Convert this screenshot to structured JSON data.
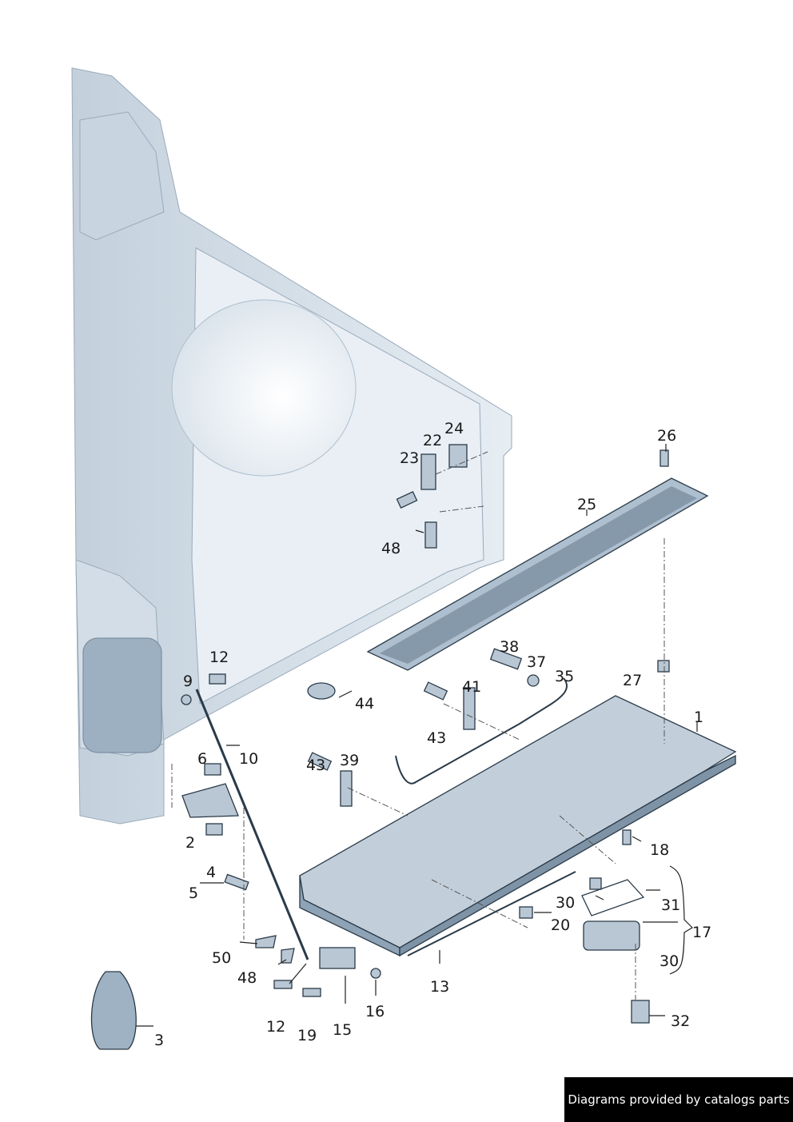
{
  "colors": {
    "body": "#dde6ee",
    "body_dark": "#aebfcf",
    "part": "#b9c7d4",
    "part_dark": "#6f8394",
    "window": "#cdd8e2"
  },
  "callouts": {
    "c1": "1",
    "c2": "2",
    "c3": "3",
    "c4": "4",
    "c5": "5",
    "c6": "6",
    "c9": "9",
    "c10": "10",
    "c12a": "12",
    "c12b": "12",
    "c13": "13",
    "c15": "15",
    "c16": "16",
    "c17": "17",
    "c18": "18",
    "c19": "19",
    "c20": "20",
    "c22": "22",
    "c23": "23",
    "c24": "24",
    "c25": "25",
    "c26": "26",
    "c27": "27",
    "c30a": "30",
    "c30b": "30",
    "c31": "31",
    "c32": "32",
    "c35": "35",
    "c37": "37",
    "c38": "38",
    "c39": "39",
    "c41": "41",
    "c43a": "43",
    "c43b": "43",
    "c44": "44",
    "c48a": "48",
    "c48b": "48",
    "c50": "50"
  },
  "credit": "Diagrams provided by catalogs parts"
}
